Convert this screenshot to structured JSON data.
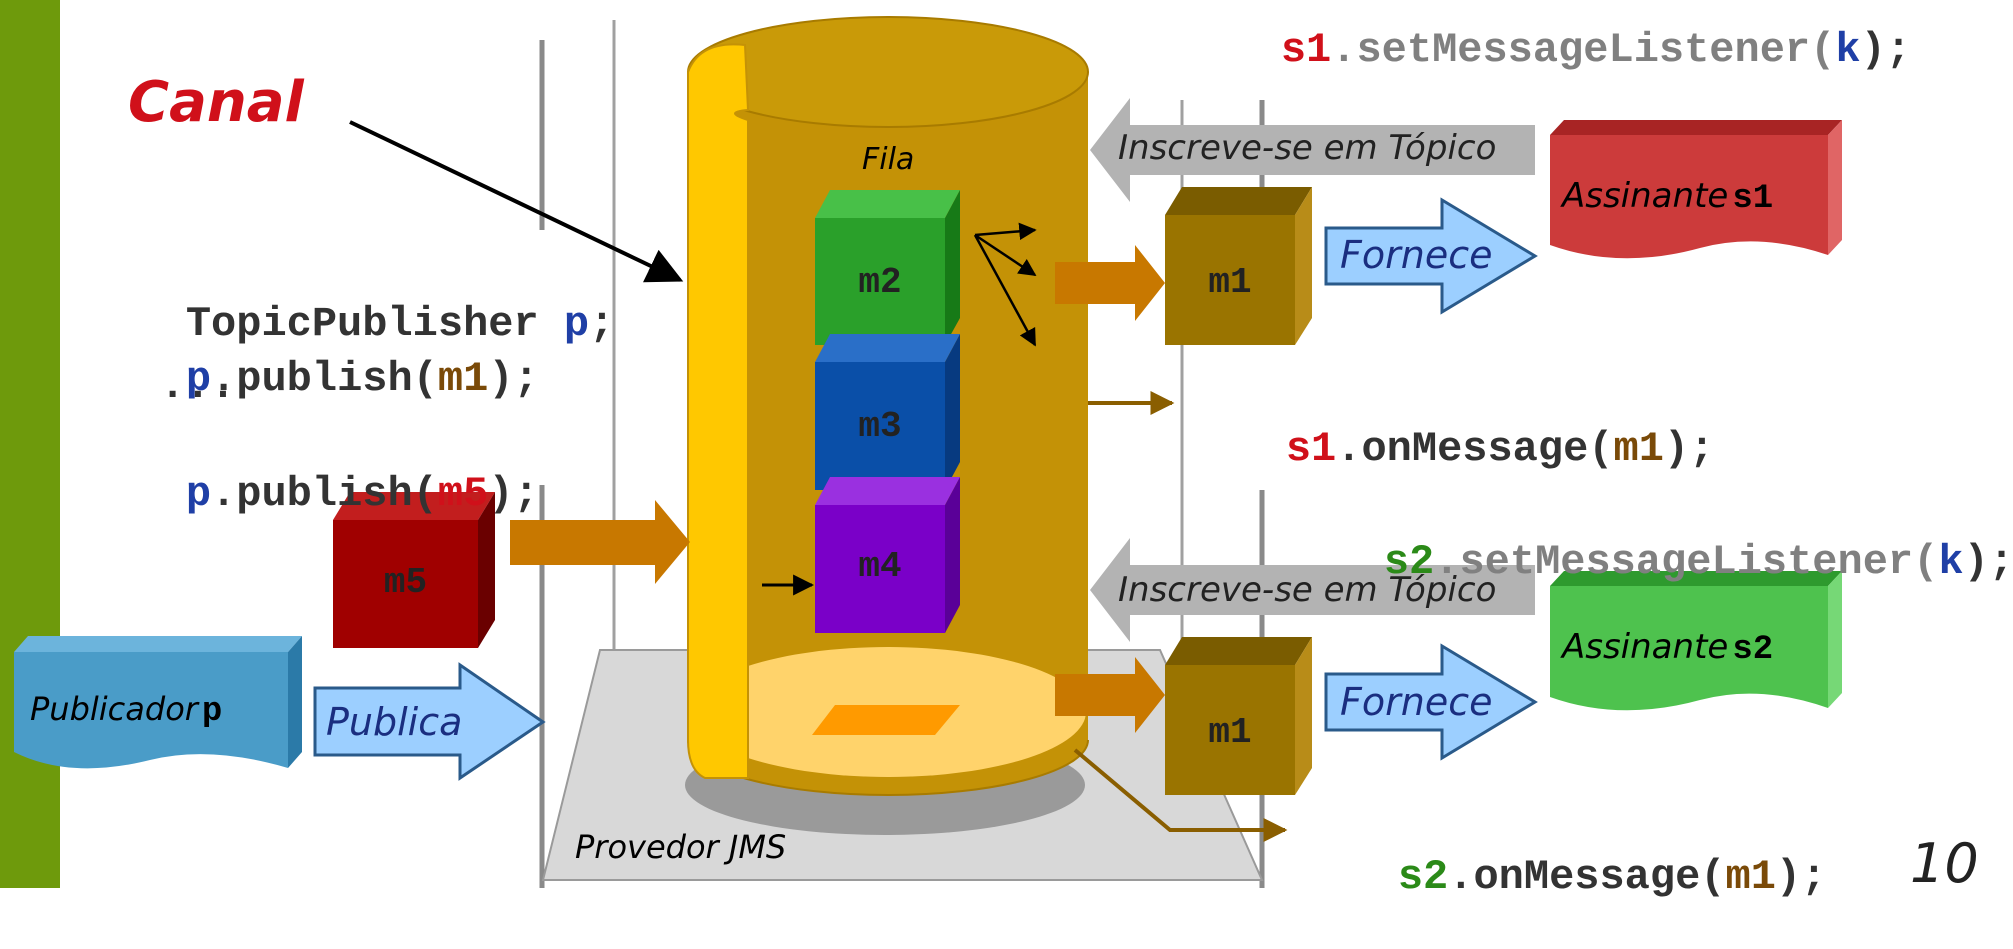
{
  "canal_label": "Canal",
  "fila_label": "Fila",
  "provider_label": "Provedor JMS",
  "publisher": {
    "label": "Publicador",
    "var": "p",
    "action": "Publica"
  },
  "subscribers": [
    {
      "label": "Assinante",
      "var": "s1",
      "subscribe": "Inscreve-se em Tópico",
      "deliver": "Fornece",
      "message": "m1"
    },
    {
      "label": "Assinante",
      "var": "s2",
      "subscribe": "Inscreve-se em Tópico",
      "deliver": "Fornece",
      "message": "m1"
    }
  ],
  "queue_messages": [
    "m2",
    "m3",
    "m4"
  ],
  "incoming_message": "m5",
  "code": {
    "publisher_decl": {
      "cls": "TopicPublisher",
      "var": "p"
    },
    "publish_first": {
      "obj": "p",
      "method": ".publish(",
      "arg": "m1",
      "end": ");"
    },
    "ellipsis": "...",
    "publish_last": {
      "obj": "p",
      "method": ".publish(",
      "arg": "m5",
      "end": ");"
    },
    "s1_listener": {
      "obj": "s1",
      "method": ".setMessageListener(",
      "arg": "k",
      "end": ");"
    },
    "s1_onmessage": {
      "obj": "s1",
      "method": ".onMessage(",
      "arg": "m1",
      "end": ");"
    },
    "s2_listener": {
      "obj": "s2",
      "method": ".setMessageListener(",
      "arg": "k",
      "end": ");"
    },
    "s2_onmessage": {
      "obj": "s2",
      "method": ".onMessage(",
      "arg": "m1",
      "end": ");"
    }
  },
  "page_number": "10",
  "colors": {
    "sidebar": "#6e9a0c",
    "cylinder": "#c49206",
    "channel": "#ffc800",
    "m2": "#2aa02a",
    "m3": "#0a4fa8",
    "m4": "#7a00c8",
    "m5": "#a00000",
    "m1": "#9a7400",
    "subscriber1": "#cc3b3b",
    "subscriber2": "#4ec24e",
    "publisher": "#4a9cc8",
    "arrow_blue": "#9ccfff",
    "arrow_gray": "#b3b3b3",
    "canal_text": "#d0101a"
  }
}
